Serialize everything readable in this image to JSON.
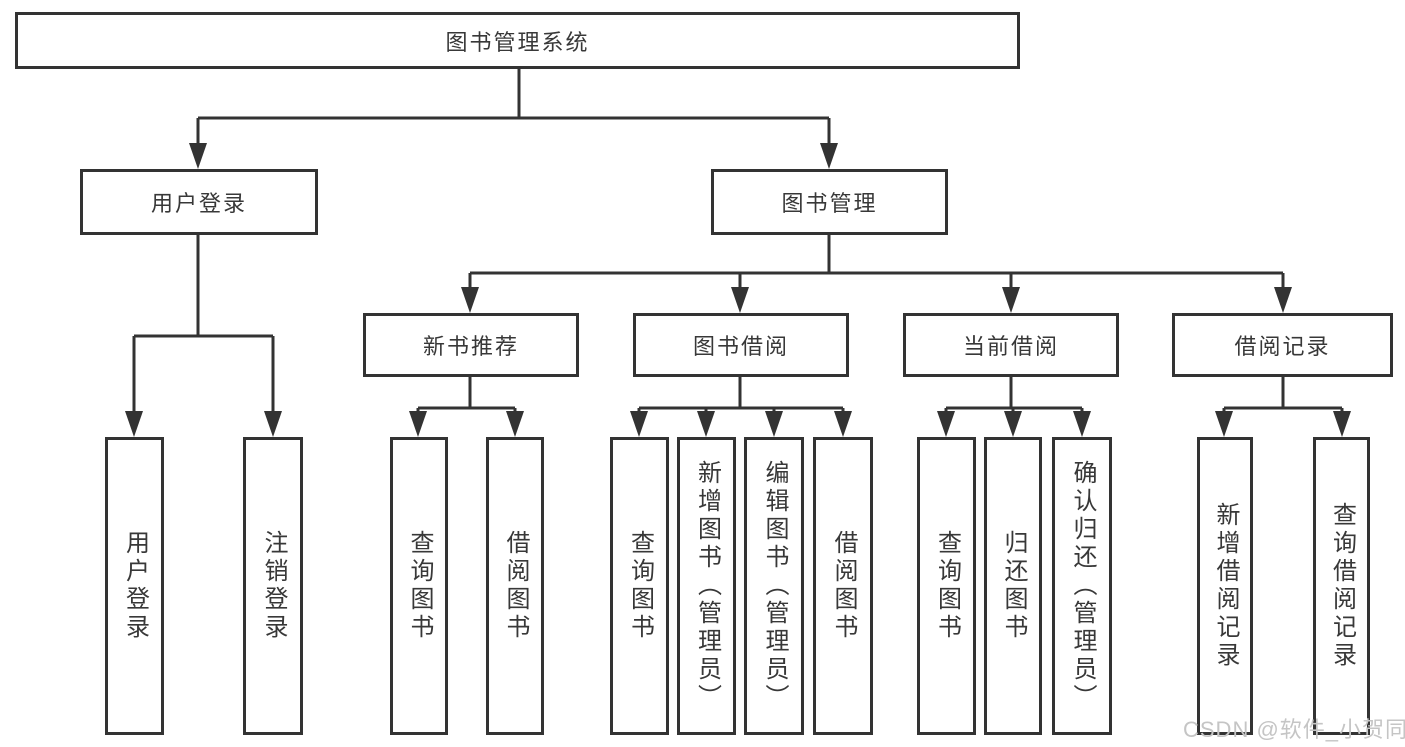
{
  "nodes": {
    "root": "图书管理系统",
    "user_login": "用户登录",
    "book_management": "图书管理",
    "new_book_recommend": "新书推荐",
    "book_borrow": "图书借阅",
    "current_borrow": "当前借阅",
    "borrow_records": "借阅记录",
    "leaf_user_login": "用户登录",
    "leaf_logout_login": "注销登录",
    "leaf_nb_query_books": "查询图书",
    "leaf_nb_borrow_books": "借阅图书",
    "leaf_bb_query_books": "查询图书",
    "leaf_bb_add_books": "新增图书（管理员）",
    "leaf_bb_edit_books": "编辑图书（管理员）",
    "leaf_bb_borrow_books": "借阅图书",
    "leaf_cb_query_books": "查询图书",
    "leaf_cb_return_books": "归还图书",
    "leaf_cb_confirm_return": "确认归还（管理员）",
    "leaf_br_add_record": "新增借阅记录",
    "leaf_br_query_record": "查询借阅记录"
  },
  "watermark": "CSDN @软件_小贺同学",
  "colors": {
    "line": "#333333",
    "text": "#383838",
    "watermark": "#c5c5c5",
    "background": "#ffffff"
  }
}
